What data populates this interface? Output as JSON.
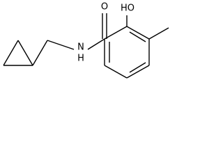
{
  "molecule": {
    "atoms": {
      "carbonyl_oxygen": "O",
      "hydroxyl": "HO",
      "amide_nitrogen": "N",
      "amide_hydrogen": "H"
    },
    "colors": {
      "bond": "#000000",
      "label": "#000000",
      "background": "#ffffff"
    }
  }
}
